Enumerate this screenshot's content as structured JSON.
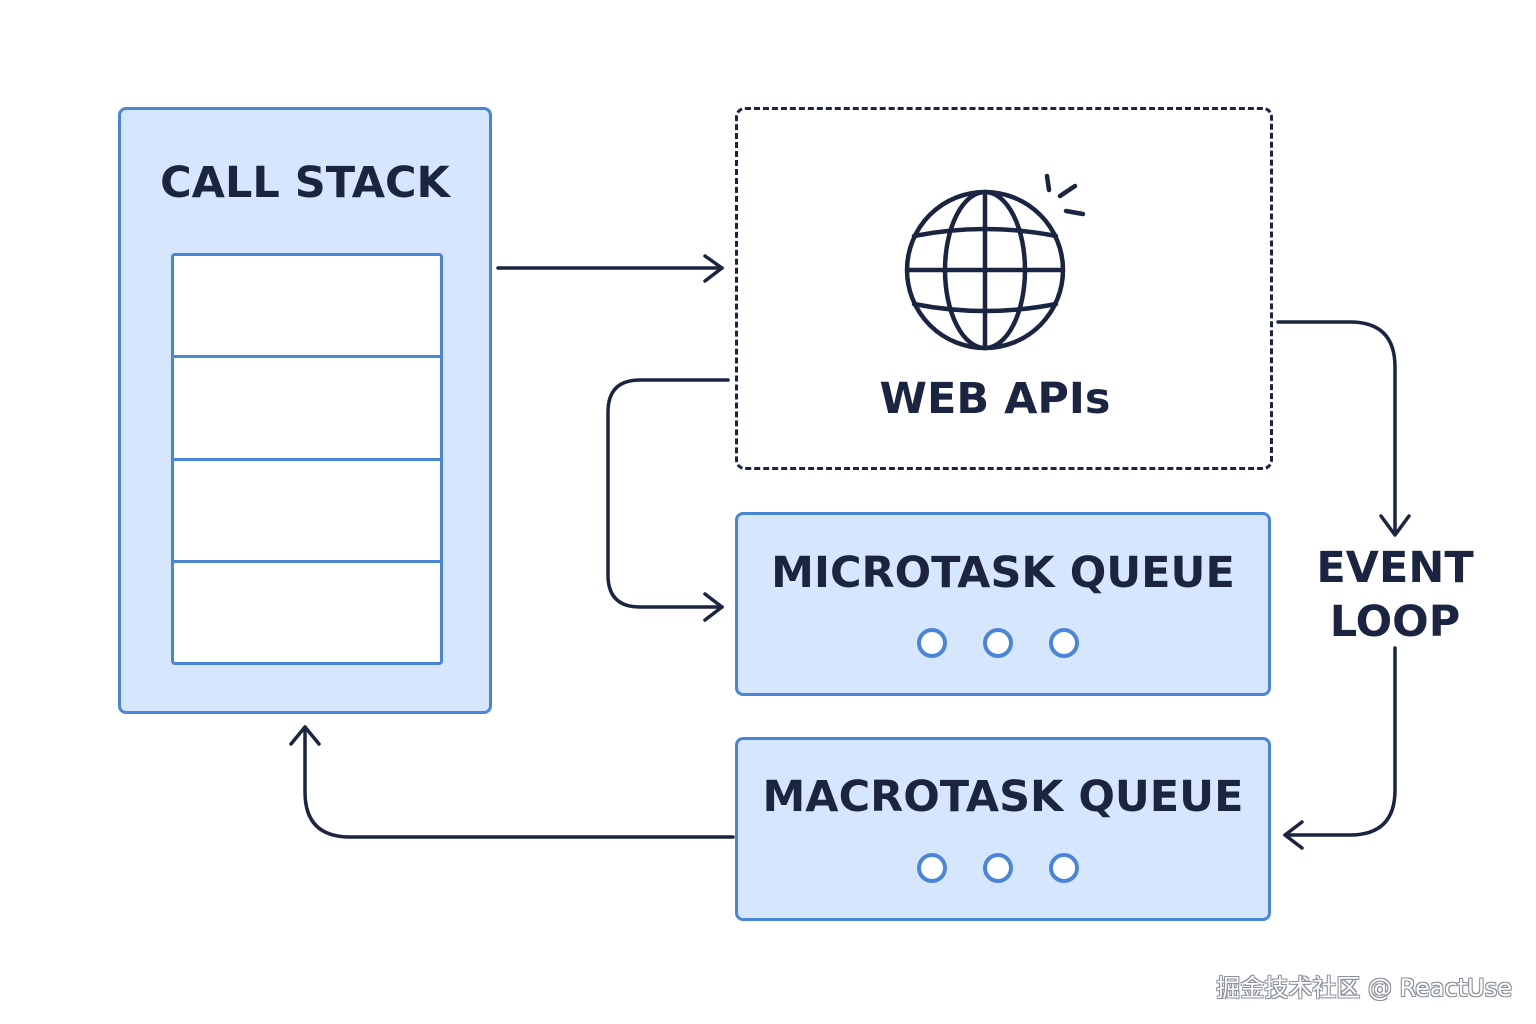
{
  "call_stack": {
    "title": "CALL STACK",
    "frames": 4
  },
  "web_apis": {
    "title": "WEB APIs",
    "icon": "globe-icon"
  },
  "microtask_queue": {
    "title": "MICROTASK QUEUE",
    "items": 3
  },
  "macrotask_queue": {
    "title": "MACROTASK QUEUE",
    "items": 3
  },
  "event_loop": {
    "line1": "EVENT",
    "line2": "LOOP"
  },
  "watermark": "掘金技术社区 @ ReactUse",
  "colors": {
    "box_fill": "#d5e6fd",
    "box_border": "#4a86d8",
    "ink": "#1b2440"
  }
}
